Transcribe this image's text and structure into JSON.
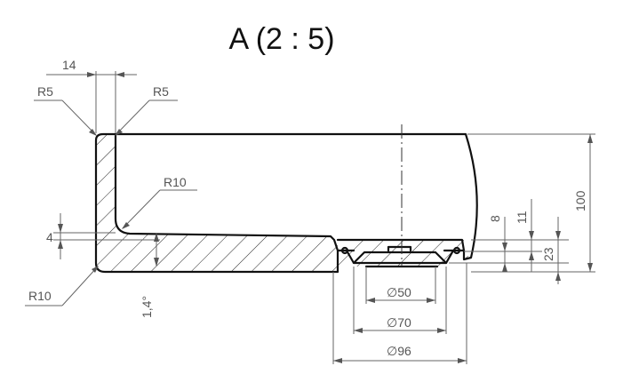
{
  "title": "A (2 : 5)",
  "dimensions": {
    "d14": "14",
    "r5_left": "R5",
    "r5_right": "R5",
    "r10_inner": "R10",
    "r10_outer": "R10",
    "d4": "4",
    "angle": "1,4°",
    "d8": "8",
    "d11": "11",
    "d23": "23",
    "d100": "100",
    "dia50": "∅50",
    "dia70": "∅70",
    "dia96": "∅96"
  }
}
